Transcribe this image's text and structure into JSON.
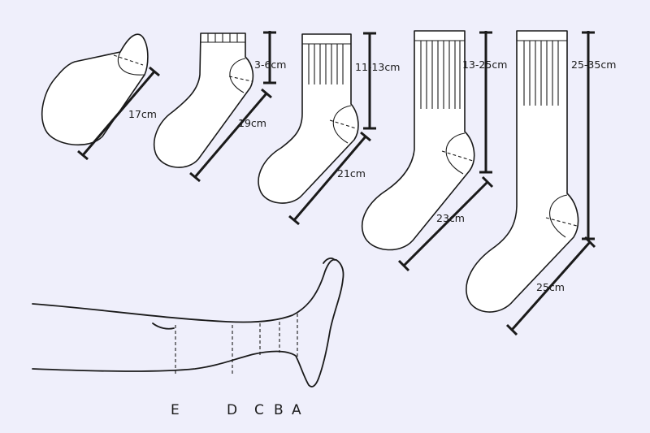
{
  "colors": {
    "background": "#efeffb",
    "outline": "#1a1a1a",
    "sock_fill": "#ffffff"
  },
  "socks": {
    "no_show": {
      "foot_length": "17cm"
    },
    "ankle": {
      "foot_length": "19cm",
      "cuff_height": "3-6cm"
    },
    "crew": {
      "foot_length": "21cm",
      "cuff_height": "11-13cm"
    },
    "mid_calf": {
      "foot_length": "23cm",
      "cuff_height": "13-25cm"
    },
    "knee_high": {
      "foot_length": "25cm",
      "cuff_height": "25-35cm"
    }
  },
  "leg_levels": [
    "E",
    "D",
    "C",
    "B",
    "A"
  ]
}
